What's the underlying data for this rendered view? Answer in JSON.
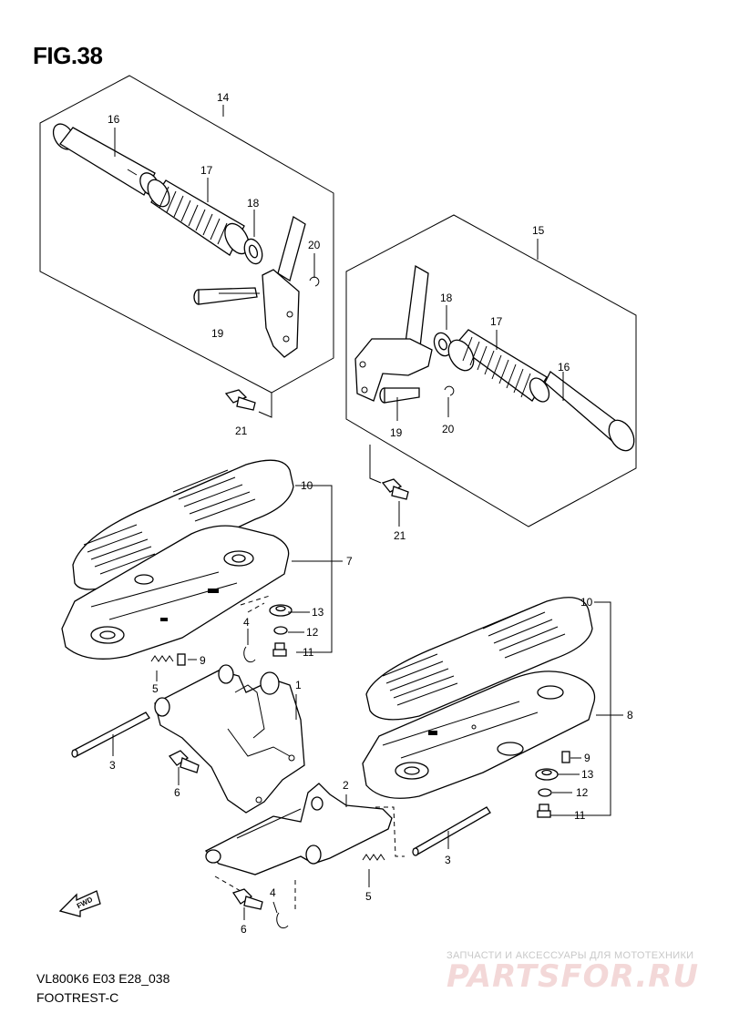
{
  "figure_title": "FIG.38",
  "model_code": "VL800K6 E03 E28_038",
  "section_name": "FOOTREST-C",
  "direction_label": "FWD",
  "watermark": {
    "tagline": "ЗАПЧАСТИ И АКСЕССУАРЫ ДЛЯ МОТОТЕХНИКИ",
    "brand": "PARTSFOR.RU"
  },
  "callouts": {
    "c1": "1",
    "c2": "2",
    "c3a": "3",
    "c3b": "3",
    "c4a": "4",
    "c4b": "4",
    "c5a": "5",
    "c5b": "5",
    "c6a": "6",
    "c6b": "6",
    "c7": "7",
    "c8": "8",
    "c9a": "9",
    "c9b": "9",
    "c10a": "10",
    "c10b": "10",
    "c11a": "11",
    "c11b": "11",
    "c12a": "12",
    "c12b": "12",
    "c13a": "13",
    "c13b": "13",
    "c14": "14",
    "c15": "15",
    "c16a": "16",
    "c16b": "16",
    "c17a": "17",
    "c17b": "17",
    "c18a": "18",
    "c18b": "18",
    "c19a": "19",
    "c19b": "19",
    "c20a": "20",
    "c20b": "20",
    "c21a": "21",
    "c21b": "21"
  }
}
